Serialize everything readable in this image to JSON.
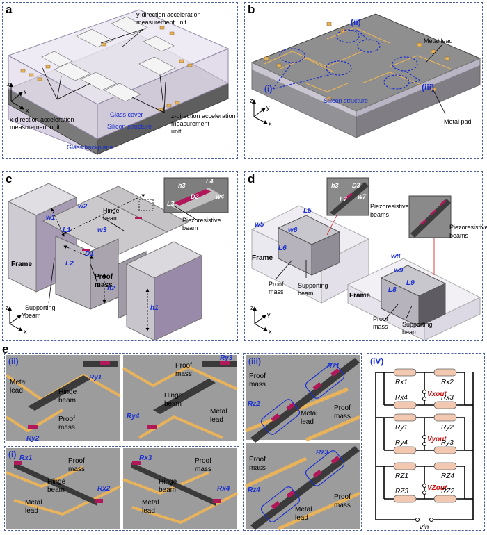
{
  "panel_a": {
    "letter": "a",
    "y_unit": "y-direction acceleration\nmeasurement unit",
    "x_unit": "x-direction acceleration\nmeasurement unit",
    "z_unit": "z-direction acceleration\nmeasurement\nunit",
    "glass_cover": "Glass cover",
    "silicon": "Silicon structure",
    "glass_back": "Glass backplane",
    "axes": [
      "z",
      "y",
      "x"
    ]
  },
  "panel_b": {
    "letter": "b",
    "metal_lead": "Metal lead",
    "metal_pad": "Metal pad",
    "silicon": "Silicon structure",
    "markers": [
      "(i)",
      "(ii)",
      "(iii)"
    ],
    "axes": [
      "z",
      "y",
      "x"
    ]
  },
  "panel_c": {
    "letter": "c",
    "frame": "Frame",
    "proof_mass": "Proof\nmass",
    "supporting_beam": "Supporting\nbeam",
    "hinge_beam": "Hinge\nbeam",
    "piezo_beam": "Piezoresistive\nbeam",
    "dims": [
      "w1",
      "L1",
      "w2",
      "w3",
      "D1",
      "L2",
      "h2",
      "h1",
      "h3",
      "L4",
      "D2",
      "w4",
      "L3"
    ],
    "axes": [
      "z",
      "y",
      "x"
    ]
  },
  "panel_d": {
    "letter": "d",
    "frame": "Frame",
    "proof_mass": "Proof\nmass",
    "supporting_beam": "Supporting\nbeam",
    "piezo_beams": "Piezoresistive\nbeams",
    "dims": [
      "h3",
      "D3",
      "w7",
      "L7",
      "L5",
      "w5",
      "w6",
      "L6",
      "w8",
      "w9",
      "L9",
      "L8"
    ],
    "axes": [
      "z",
      "y",
      "x"
    ]
  },
  "panel_e": {
    "letter": "e",
    "ii": {
      "roman": "(ii)",
      "metal_lead": "Metal\nlead",
      "hinge": "Hinge\nbeam",
      "proof": "Proof\nmass",
      "r": [
        "Ry1",
        "Ry2",
        "Ry3",
        "Ry4"
      ]
    },
    "i": {
      "roman": "(i)",
      "metal_lead": "Metal\nlead",
      "hinge": "Hinge\nbeam",
      "proof": "Proof\nmass",
      "r": [
        "Rx1",
        "Rx2",
        "Rx3",
        "Rx4"
      ]
    },
    "iii": {
      "roman": "(iii)",
      "metal_lead": "Metal\nlead",
      "proof": "Proof\nmass",
      "r": [
        "Rz1",
        "Rz2",
        "Rz3",
        "Rz4"
      ]
    },
    "iv": {
      "roman": "(iV)",
      "rows": [
        {
          "tl": "Rx1",
          "tr": "Rx2",
          "bl": "Rx4",
          "br": "Rx3",
          "v": "Vxout"
        },
        {
          "tl": "Ry1",
          "tr": "Ry2",
          "bl": "Ry4",
          "br": "Ry3",
          "v": "Vyout"
        },
        {
          "tl": "RZ1",
          "tr": "RZ4",
          "bl": "RZ3",
          "br": "RZ2",
          "v": "VZout"
        }
      ],
      "vin": "Vin"
    }
  },
  "colors": {
    "border": "#4a5f9e",
    "label_blue": "#1a2fd0",
    "label_red": "#d01010",
    "gold": "#e8b35a",
    "piezo": "#b0185a",
    "silicon": "#6e6e6e"
  }
}
